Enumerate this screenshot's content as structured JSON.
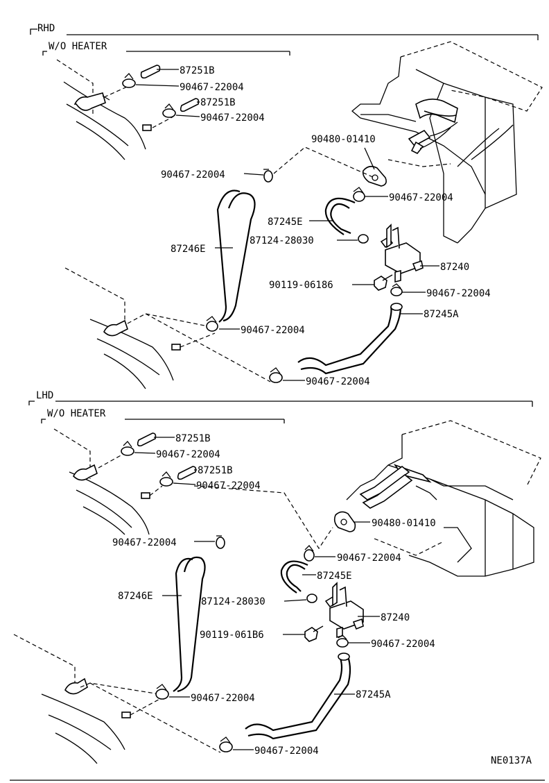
{
  "sections": {
    "rhd": {
      "title": "RHD",
      "subtitle": "W/O HEATER",
      "labels": [
        "87251B",
        "90467-22004",
        "87251B",
        "90467-22004",
        "90480-01410",
        "90467-22004",
        "90467-22004",
        "87245E",
        "87124-28030",
        "87246E",
        "87240",
        "90119-06186",
        "90467-22004",
        "87245A",
        "90467-22004",
        "90467-22004"
      ]
    },
    "lhd": {
      "title": "LHD",
      "subtitle": "W/O HEATER",
      "labels": [
        "87251B",
        "90467-22004",
        "87251B",
        "90467-22004",
        "90467-22004",
        "90480-01410",
        "90467-22004",
        "87245E",
        "87246E",
        "87124-28030",
        "87240",
        "90119-061B6",
        "90467-22004",
        "87245A",
        "90467-22004",
        "90467-22004"
      ]
    }
  },
  "figure_code": "NE0137A"
}
